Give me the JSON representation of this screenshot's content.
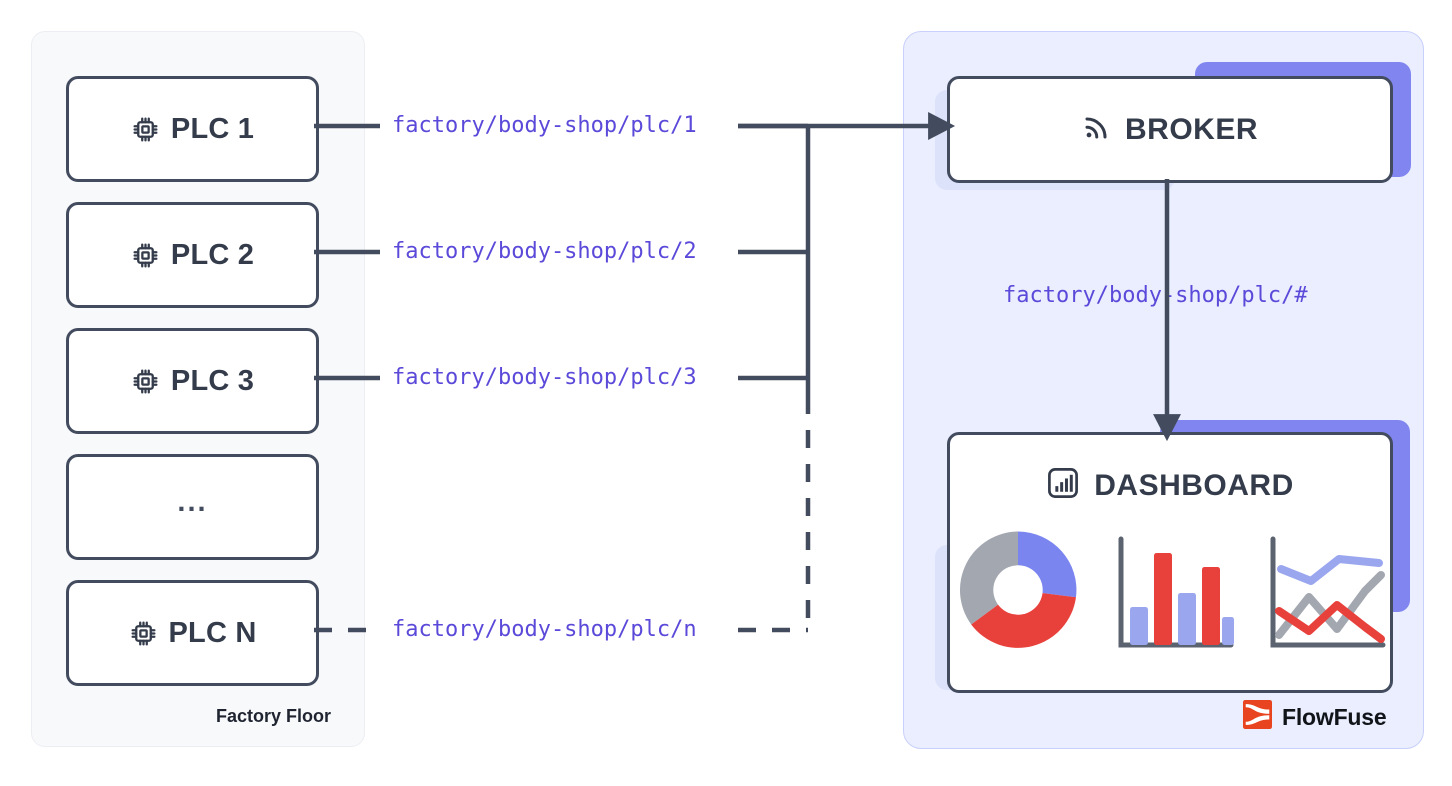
{
  "diagram": {
    "title": "MQTT topic flow from factory PLCs to broker and dashboard",
    "colors": {
      "topic_text": "#5b4ad9",
      "box_border": "#434c5e",
      "panel_left_bg": "#f8f9fb",
      "panel_right_bg": "#eaeeff",
      "panel_right_border": "#c9d0fb",
      "shadow_strong": "#8085f0",
      "shadow_soft": "#dde2fb",
      "chart_blue": "#9aa7ef",
      "chart_red": "#e8413c",
      "chart_gray": "#a3a7b0",
      "brand_orange": "#e8441f"
    }
  },
  "factory_panel": {
    "label": "Factory Floor",
    "plcs": [
      {
        "name": "PLC 1",
        "icon": "cpu-chip-icon",
        "topic": "factory/body-shop/plc/1",
        "line": "solid"
      },
      {
        "name": "PLC 2",
        "icon": "cpu-chip-icon",
        "topic": "factory/body-shop/plc/2",
        "line": "solid"
      },
      {
        "name": "PLC 3",
        "icon": "cpu-chip-icon",
        "topic": "factory/body-shop/plc/3",
        "line": "solid"
      },
      {
        "name": "...",
        "icon": "none",
        "topic": "",
        "line": "none"
      },
      {
        "name": "PLC N",
        "icon": "cpu-chip-icon",
        "topic": "factory/body-shop/plc/n",
        "line": "dashed"
      }
    ]
  },
  "cloud_panel": {
    "broker": {
      "label": "BROKER",
      "icon": "broadcast-icon"
    },
    "subscribe_topic": "factory/body-shop/plc/#",
    "dashboard": {
      "label": "DASHBOARD",
      "icon": "bar-chart-box-icon"
    },
    "brand": {
      "name": "FlowFuse",
      "icon": "flowfuse-logo-icon"
    }
  },
  "chart_data": [
    {
      "type": "pie",
      "title": "",
      "labels": [
        "gray",
        "blue",
        "red"
      ],
      "values": [
        40,
        13,
        47
      ],
      "colors": [
        "#a3a7b0",
        "#7b85ef",
        "#e8413c"
      ],
      "donut": true
    },
    {
      "type": "bar",
      "title": "",
      "categories": [
        "1",
        "2",
        "3",
        "4",
        "5"
      ],
      "values": [
        38,
        92,
        52,
        78,
        28
      ],
      "colors": [
        "#9aa7ef",
        "#e8413c",
        "#9aa7ef",
        "#e8413c",
        "#9aa7ef"
      ],
      "xlabel": "",
      "ylabel": "",
      "ylim": [
        0,
        100
      ],
      "grid": false
    },
    {
      "type": "line",
      "title": "",
      "x": [
        0,
        1,
        2,
        3,
        4
      ],
      "series": [
        {
          "name": "blue",
          "values": [
            72,
            62,
            66,
            84,
            80
          ],
          "color": "#9aa7ef"
        },
        {
          "name": "gray",
          "values": [
            10,
            38,
            60,
            22,
            48
          ],
          "color": "#a3a7b0"
        },
        {
          "name": "red",
          "values": [
            40,
            18,
            34,
            10,
            52
          ],
          "color": "#e8413c"
        }
      ],
      "xlabel": "",
      "ylabel": "",
      "ylim": [
        0,
        100
      ],
      "grid": false
    }
  ]
}
